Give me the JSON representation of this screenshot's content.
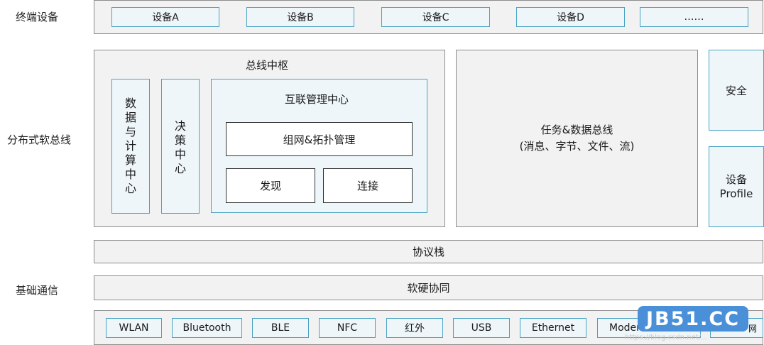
{
  "rows": {
    "terminal": "终端设备",
    "softbus": "分布式软总线",
    "basic": "基础通信"
  },
  "terminal_devices": [
    "设备A",
    "设备B",
    "设备C",
    "设备D",
    "……"
  ],
  "bus_hub": {
    "title": "总线中枢",
    "data_compute": "数据与计算中心",
    "decision": "决策中心",
    "interconnect": {
      "title": "互联管理中心",
      "networking": "组网&拓扑管理",
      "discovery": "发现",
      "connection": "连接"
    }
  },
  "task_bus": {
    "line1": "任务&数据总线",
    "line2": "(消息、字节、文件、流)"
  },
  "security": "安全",
  "device_profile": {
    "line1": "设备",
    "line2": "Profile"
  },
  "protocol_stack": "协议栈",
  "hw_sw_coop": "软硬协同",
  "comm_tech": [
    "WLAN",
    "Bluetooth",
    "BLE",
    "NFC",
    "红外",
    "USB",
    "Ethernet",
    "Modem",
    "网"
  ],
  "watermark": {
    "logo": "JB51.CC",
    "caption": "https://blog.csdn.net/..."
  }
}
